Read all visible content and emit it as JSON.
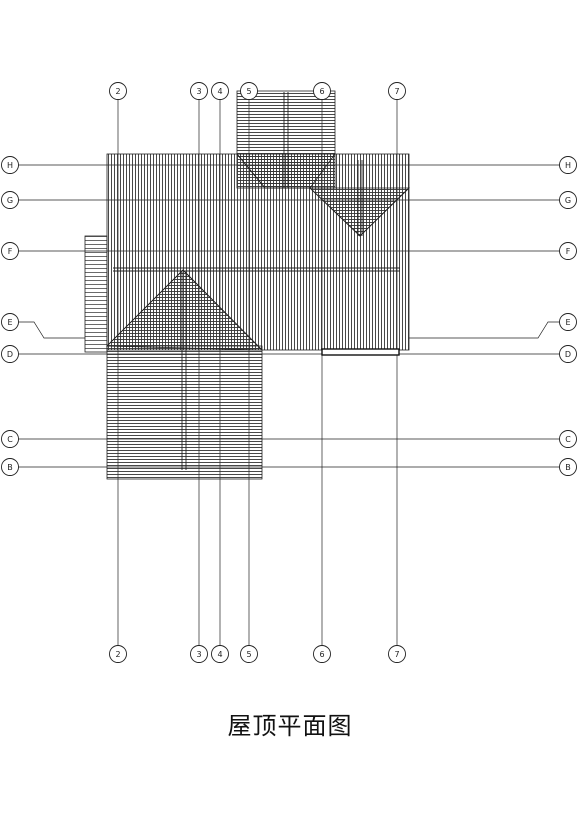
{
  "title": "屋顶平面图",
  "vertical_axes": [
    {
      "label": "2"
    },
    {
      "label": "3"
    },
    {
      "label": "4"
    },
    {
      "label": "5"
    },
    {
      "label": "6"
    },
    {
      "label": "7"
    }
  ],
  "horizontal_axes": [
    {
      "label": "H"
    },
    {
      "label": "G"
    },
    {
      "label": "F"
    },
    {
      "label": "E"
    },
    {
      "label": "D"
    },
    {
      "label": "C"
    },
    {
      "label": "B"
    }
  ],
  "colors": {
    "line": "#222222",
    "hatch": "#3a3a3a"
  }
}
